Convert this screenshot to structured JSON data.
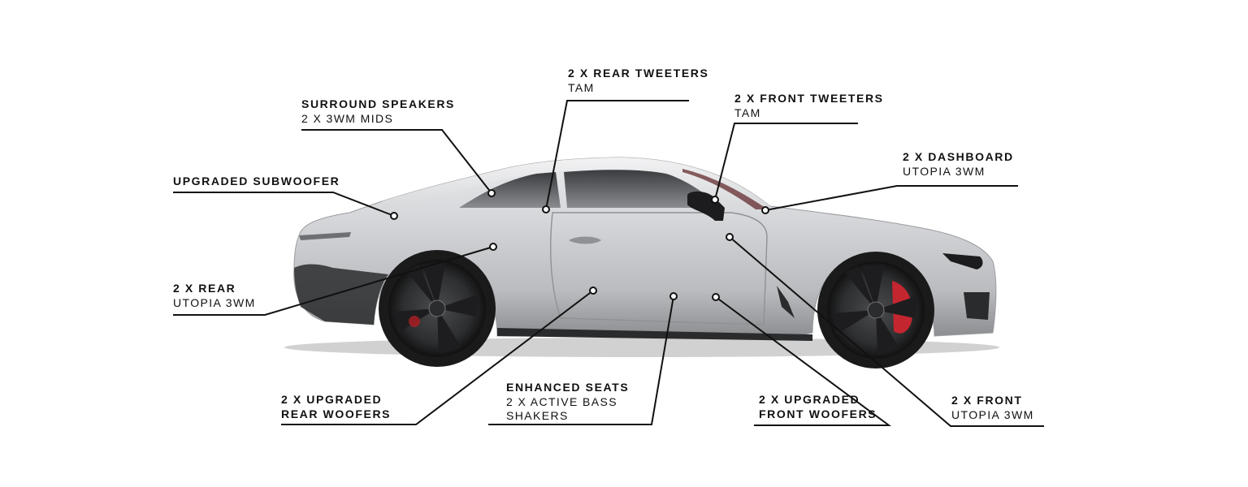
{
  "callouts": [
    {
      "id": "rear-tweeters",
      "title": "2 X REAR TWEETERS",
      "subtitle": "TAM"
    },
    {
      "id": "front-tweeters",
      "title": "2 X FRONT TWEETERS",
      "subtitle": "TAM"
    },
    {
      "id": "surround-speakers",
      "title": "SURROUND SPEAKERS",
      "subtitle": "2 X 3WM MIDS"
    },
    {
      "id": "dashboard",
      "title": "2 X DASHBOARD",
      "subtitle": "UTOPIA 3WM"
    },
    {
      "id": "subwoofer",
      "title": "UPGRADED SUBWOOFER",
      "subtitle": ""
    },
    {
      "id": "rear-utopia",
      "title": "2 X REAR",
      "subtitle": "UTOPIA 3WM"
    },
    {
      "id": "rear-woofers",
      "title": "2 X UPGRADED",
      "subtitle": "REAR WOOFERS"
    },
    {
      "id": "enhanced-seats",
      "title": "ENHANCED SEATS",
      "subtitle": "2 X ACTIVE BASS",
      "subtitle2": "SHAKERS"
    },
    {
      "id": "front-woofers",
      "title": "2 X UPGRADED",
      "subtitle": "FRONT WOOFERS"
    },
    {
      "id": "front-utopia",
      "title": "2 X FRONT",
      "subtitle": "UTOPIA 3WM"
    }
  ]
}
